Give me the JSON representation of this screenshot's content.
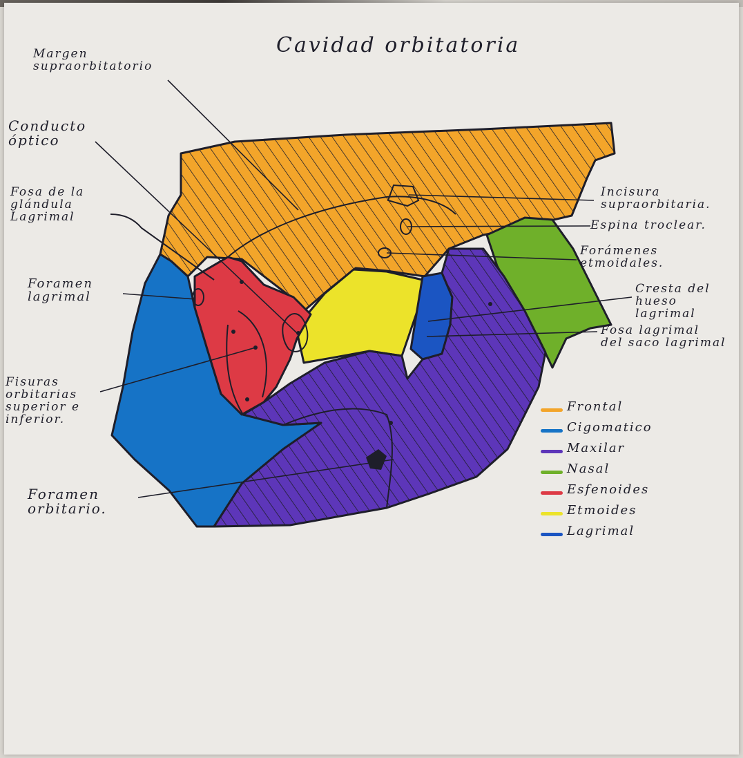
{
  "page": {
    "title": "Cavidad orbitatoria"
  },
  "labels": {
    "margen_supraorbitatorio": "Margen\nsupraorbitatorio",
    "conducto_optico": "Conducto\nóptico",
    "fosa_glandula_lagrimal": "Fosa de la\nglándula\nLagrimal",
    "foramen_lagrimal": "Foramen\nlagrimal",
    "fisuras_orbitarias": "Fisuras\norbitarias\nsuperior e\ninferior.",
    "foramen_orbitario": "Foramen\norbitario.",
    "incisura_supraorbitaria": "Incisura\nsupraorbitaria.",
    "espina_troclear": "Espina troclear.",
    "foramenes_etmoidales": "Forámenes\netmoidales.",
    "cresta_hueso_lagrimal": "Cresta del\nhueso lagrimal",
    "fosa_saco_lagrimal": "Fosa lagrimal\ndel saco lagrimal"
  },
  "legend": {
    "items": [
      {
        "label": "Frontal",
        "color": "#f3a52a"
      },
      {
        "label": "Cigomatico",
        "color": "#1673c6"
      },
      {
        "label": "Maxilar",
        "color": "#5d36b9"
      },
      {
        "label": "Nasal",
        "color": "#6fb02a"
      },
      {
        "label": "Esfenoides",
        "color": "#dd3a45"
      },
      {
        "label": "Etmoides",
        "color": "#ece32a"
      },
      {
        "label": "Lagrimal",
        "color": "#1b55c2"
      }
    ]
  },
  "colors": {
    "frontal": "#f3a52a",
    "cigomatico": "#1673c6",
    "maxilar": "#5d36b9",
    "nasal": "#6fb02a",
    "esfenoides": "#dd3a45",
    "etmoides": "#ece32a",
    "lagrimal": "#1b55c2",
    "ink": "#1e1e2a"
  }
}
